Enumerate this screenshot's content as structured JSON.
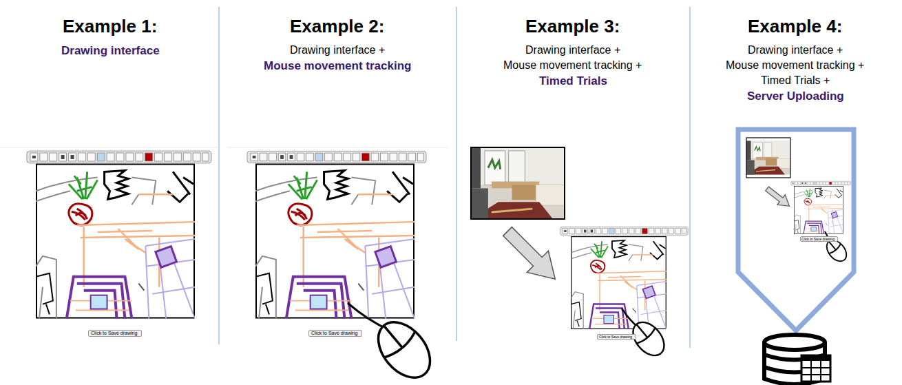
{
  "diagram": {
    "nodes": [
      {
        "text": [
          "Click to Save drawing"
        ]
      },
      {
        "text": [
          "Click to Save drawing"
        ]
      },
      {
        "text": [
          "Click to Save drawing"
        ]
      },
      {
        "text": [
          "Click to Save drawing"
        ]
      }
    ],
    "labels": [
      "Example 1:",
      "Drawing interface",
      "Example 2:",
      "Drawing interface +",
      "Mouse movement tracking",
      "Example 3:",
      "Drawing interface +",
      "Mouse movement tracking +",
      "Timed Trials",
      "Example 4:",
      "Drawing interface +",
      "Mouse movement tracking +",
      "Timed Trials +",
      "Server Uploading"
    ]
  }
}
